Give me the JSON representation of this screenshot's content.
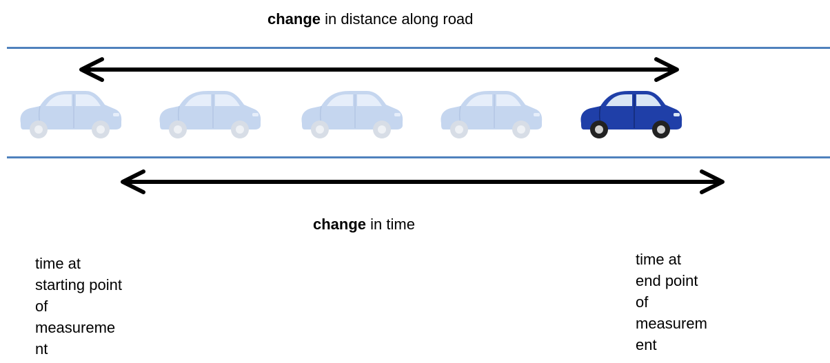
{
  "top_label": {
    "bold": "change",
    "rest": " in distance along road"
  },
  "bottom_label": {
    "bold": "change",
    "rest": " in time"
  },
  "start_note": "time at\nstarting point\nof\nmeasureme\nnt",
  "end_note": "time at\nend point\nof\nmeasurem\nent",
  "cars": [
    {
      "state": "faded"
    },
    {
      "state": "faded"
    },
    {
      "state": "faded"
    },
    {
      "state": "faded"
    },
    {
      "state": "current"
    }
  ],
  "colors": {
    "road_line": "#4f81bd",
    "arrow": "#000000",
    "car_faded_body": "#c5d6ef",
    "car_faded_window": "#e6eefa",
    "car_current_body": "#1f3fa8",
    "car_current_window": "#d9e6f5"
  }
}
